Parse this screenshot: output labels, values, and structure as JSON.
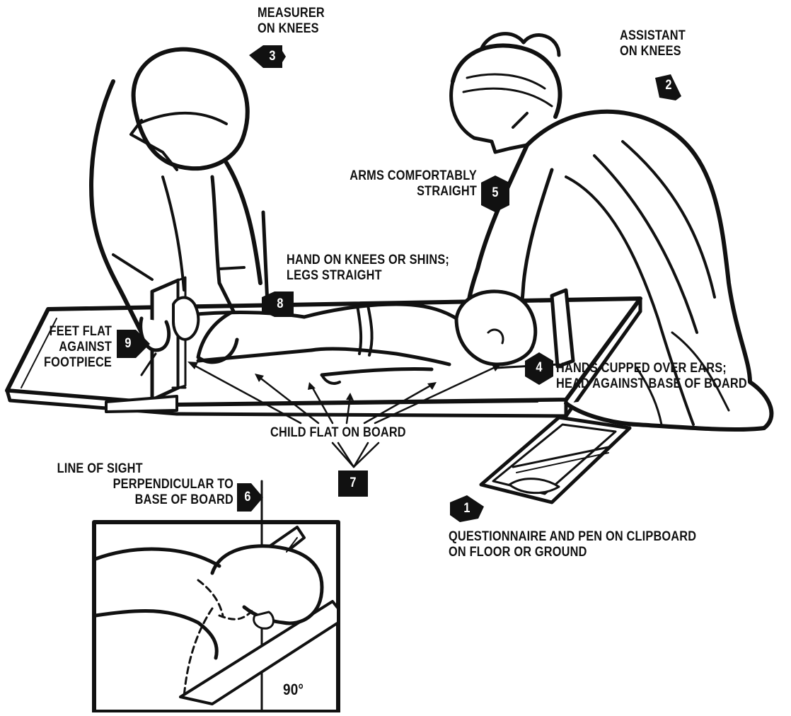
{
  "labels": {
    "measurer": [
      "MEASURER",
      "ON KNEES"
    ],
    "assistant": [
      "ASSISTANT",
      "ON KNEES"
    ],
    "arms": [
      "ARMS COMFORTABLY",
      "STRAIGHT"
    ],
    "hand_knees": [
      "HAND ON KNEES OR SHINS;",
      "LEGS STRAIGHT"
    ],
    "feet": [
      "FEET FLAT",
      "AGAINST",
      "FOOTPIECE"
    ],
    "hands_cupped": [
      "HANDS CUPPED OVER EARS;",
      "HEAD AGAINST BASE OF BOARD"
    ],
    "child_flat": "CHILD FLAT ON BOARD",
    "line_of_sight": [
      "LINE OF SIGHT",
      "PERPENDICULAR TO",
      "BASE OF BOARD"
    ],
    "questionnaire": [
      "QUESTIONNAIRE AND PEN ON CLIPBOARD",
      "ON FLOOR OR GROUND"
    ],
    "angle": "90°"
  },
  "steps": {
    "questionnaire": "1",
    "assistant": "2",
    "measurer": "3",
    "hands_cupped": "4",
    "arms": "5",
    "line_of_sight": "6",
    "child_flat": "7",
    "hand_knees": "8",
    "feet": "9"
  }
}
